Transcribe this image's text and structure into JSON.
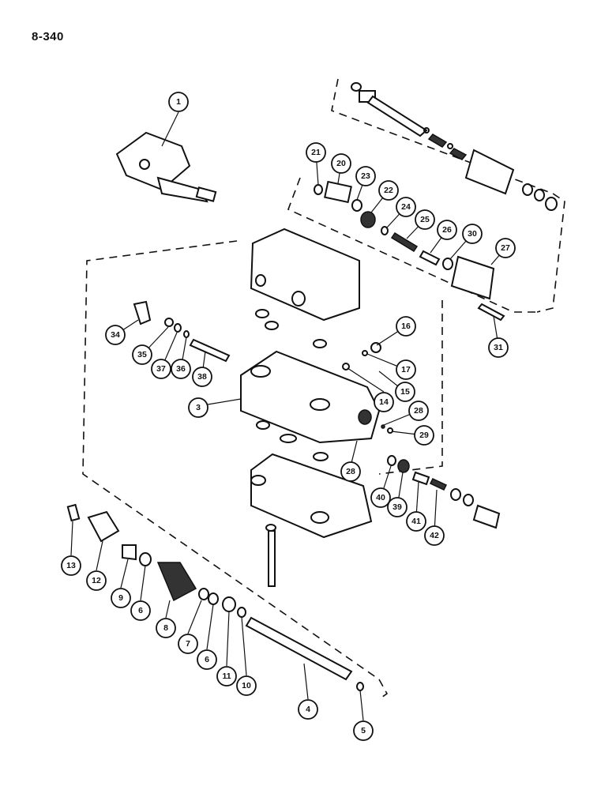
{
  "page": {
    "number": "8-340"
  },
  "callouts": {
    "c1": "1",
    "c3": "3",
    "c4": "4",
    "c5": "5",
    "c6a": "6",
    "c6b": "6",
    "c7": "7",
    "c8": "8",
    "c9": "9",
    "c10": "10",
    "c11": "11",
    "c12": "12",
    "c13": "13",
    "c14": "14",
    "c15": "15",
    "c16": "16",
    "c17": "17",
    "c20": "20",
    "c21": "21",
    "c22": "22",
    "c23": "23",
    "c24": "24",
    "c25": "25",
    "c26": "26",
    "c27": "27",
    "c28a": "28",
    "c28b": "28",
    "c29": "29",
    "c30": "30",
    "c31": "31",
    "c34": "34",
    "c35": "35",
    "c36": "36",
    "c37": "37",
    "c38": "38",
    "c39": "39",
    "c40": "40",
    "c41": "41",
    "c42": "42"
  }
}
